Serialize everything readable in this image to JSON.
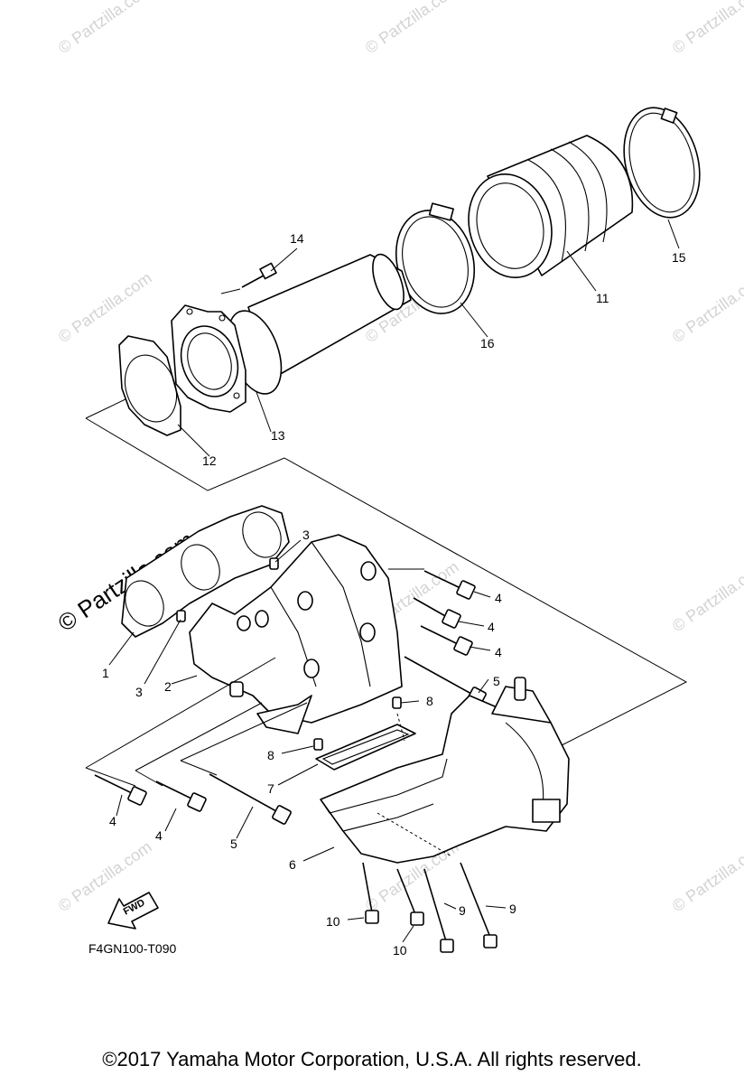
{
  "watermark": {
    "small_text": "© Partzilla.com",
    "large_text": "© Partzilla.com"
  },
  "callouts": {
    "c1": "1",
    "c2": "2",
    "c3a": "3",
    "c3b": "3",
    "c4a": "4",
    "c4b": "4",
    "c4c": "4",
    "c4d": "4",
    "c4e": "4",
    "c5a": "5",
    "c5b": "5",
    "c6": "6",
    "c7": "7",
    "c8a": "8",
    "c8b": "8",
    "c9a": "9",
    "c9b": "9",
    "c10a": "10",
    "c10b": "10",
    "c11": "11",
    "c12": "12",
    "c13": "13",
    "c14": "14",
    "c15": "15",
    "c16": "16"
  },
  "fwd_label": "FWD",
  "diagram_code": "F4GN100-T090",
  "copyright": "©2017  Yamaha Motor Corporation, U.S.A. All rights reserved."
}
